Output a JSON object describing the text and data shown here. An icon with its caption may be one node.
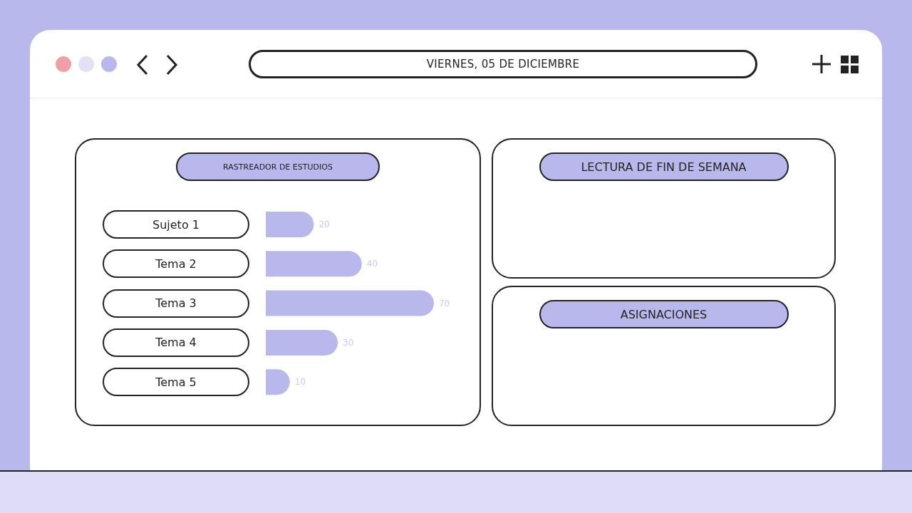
{
  "diagram": {
    "title": "VIERNES, 05 DE DICIEMBRE",
    "nodes": [
      {
        "text": [
          "RASTREADOR DE ESTUDIOS"
        ]
      },
      {
        "text": [
          "LECTURA DE FIN DE SEMANA"
        ]
      },
      {
        "text": [
          "ASIGNACIONES"
        ]
      }
    ],
    "chart_data": {
      "type": "bar",
      "orientation": "horizontal",
      "categories": [
        "Sujeto 1",
        "Tema 2",
        "Tema 3",
        "Tema 4",
        "Tema 5"
      ],
      "series": [
        {
          "color": "#b9b8ec",
          "values": [
            20,
            40,
            70,
            30,
            10
          ]
        }
      ],
      "data_labels": true
    }
  }
}
